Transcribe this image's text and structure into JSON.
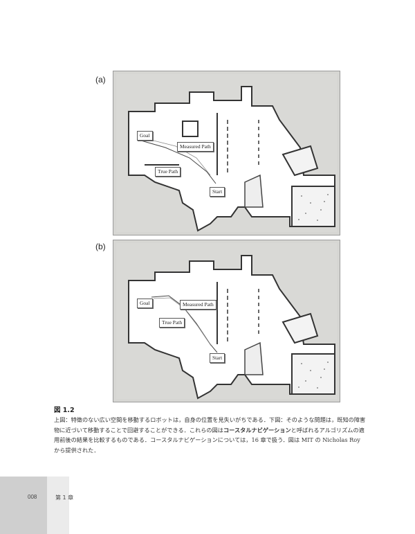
{
  "figure_a": {
    "label": "(a)",
    "tags": {
      "goal": "Goal",
      "measured": "Measured Path",
      "true": "True Path",
      "start": "Start"
    }
  },
  "figure_b": {
    "label": "(b)",
    "tags": {
      "goal": "Goal",
      "measured": "Measured Path",
      "true": "True Path",
      "start": "Start"
    }
  },
  "caption": {
    "title": "図 1.2",
    "text_part1": "上図：特徴のない広い空間を移動するロボットは，自身の位置を見失いがちである．下図：そのような問題は，既知の障害物に近づいて移動することで回避することができる．これらの図は",
    "bold_term": "コースタルナビゲーション",
    "text_part2": "と呼ばれるアルゴリズムの適用前後の結果を比較するものである．コースタルナビゲーションについては，16 章で扱う．図は MIT の Nicholas Roy から提供された．"
  },
  "footer": {
    "page_number": "008",
    "chapter": "第 1 章"
  }
}
